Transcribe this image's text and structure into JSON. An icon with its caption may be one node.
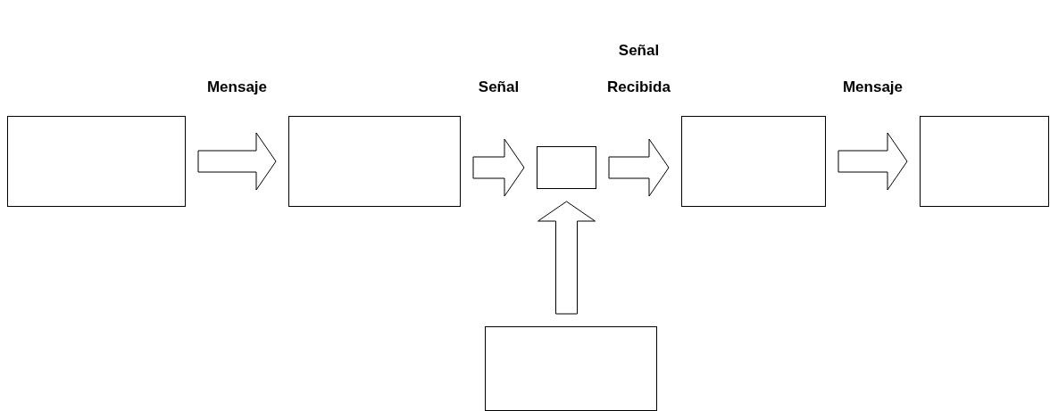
{
  "diagram": {
    "nodes": [
      {
        "text": [],
        "shape": "box"
      },
      {
        "text": [],
        "shape": "box"
      },
      {
        "text": [],
        "shape": "box"
      },
      {
        "text": [],
        "shape": "box"
      },
      {
        "text": [],
        "shape": "box"
      },
      {
        "text": [],
        "shape": "box"
      }
    ],
    "edges": [
      {
        "from": 0,
        "to": 1,
        "arrow": "to",
        "label": "Mensaje"
      },
      {
        "from": 1,
        "to": 2,
        "arrow": "to",
        "label": "Señal"
      },
      {
        "from": 2,
        "to": 3,
        "arrow": "to",
        "label": "Señal Recibida"
      },
      {
        "from": 3,
        "to": 4,
        "arrow": "to",
        "label": "Mensaje"
      },
      {
        "from": 5,
        "to": 2,
        "arrow": "to"
      }
    ]
  }
}
